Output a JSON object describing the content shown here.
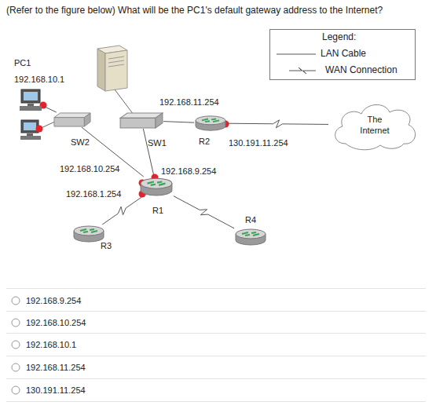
{
  "diagram": {
    "title": "(Refer to the figure below) What will be the PC1's default gateway address to the Internet?",
    "nodes": [
      {
        "text": [
          "PC1",
          "192.168.10.1"
        ]
      },
      {
        "text": [
          "SW2"
        ]
      },
      {
        "text": [
          "SW1"
        ]
      },
      {
        "text": [
          "R2"
        ]
      },
      {
        "text": [
          "The Internet"
        ]
      },
      {
        "text": [
          "R1"
        ]
      },
      {
        "text": [
          "R3"
        ]
      },
      {
        "text": [
          "R4"
        ]
      }
    ],
    "edges": [
      {
        "from": 0,
        "to": 1,
        "arrow": "none"
      },
      {
        "from": 1,
        "to": 5,
        "arrow": "none"
      },
      {
        "from": 2,
        "to": 5,
        "arrow": "none"
      },
      {
        "from": 2,
        "to": 3,
        "arrow": "none"
      },
      {
        "from": 3,
        "to": 4,
        "arrow": "none"
      },
      {
        "from": 5,
        "to": 6,
        "arrow": "none"
      },
      {
        "from": 5,
        "to": 7,
        "arrow": "none"
      }
    ],
    "labels": [
      "192.168.11.254",
      "130.191.11.254",
      "192.168.9.254",
      "192.168.10.254",
      "192.168.1.254",
      "Legend:",
      "192.168.9.254",
      "192.168.10.254",
      "192.168.10.1",
      "192.168.11.254",
      "130.191.11.254"
    ],
    "legend": [
      {
        "text": "LAN Cable"
      },
      {
        "text": "WAN Connection"
      }
    ]
  }
}
